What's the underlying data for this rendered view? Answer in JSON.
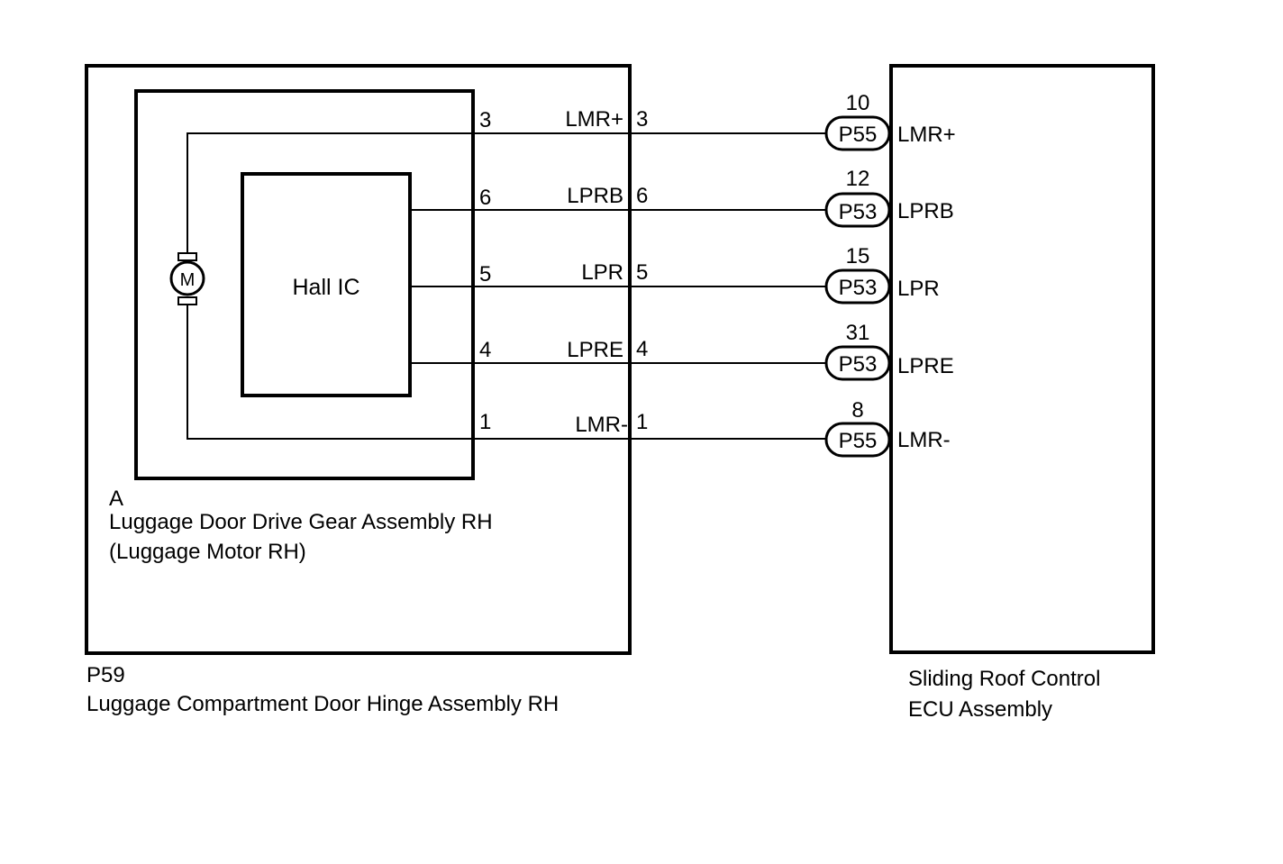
{
  "hinge_assembly": {
    "code": "P59",
    "name": "Luggage Compartment Door Hinge Assembly RH"
  },
  "drive_gear_assembly": {
    "code": "A",
    "name": "Luggage Door Drive Gear Assembly RH",
    "subname": "(Luggage Motor RH)"
  },
  "hall_ic": {
    "label": "Hall IC"
  },
  "motor": {
    "symbol": "M"
  },
  "ecu": {
    "name_line1": "Sliding Roof Control",
    "name_line2": "ECU Assembly"
  },
  "wires": [
    {
      "inner_pin": "3",
      "signal": "LMR+",
      "outer_pin": "3",
      "ecu_pin": "10",
      "connector": "P55",
      "ecu_signal": "LMR+"
    },
    {
      "inner_pin": "6",
      "signal": "LPRB",
      "outer_pin": "6",
      "ecu_pin": "12",
      "connector": "P53",
      "ecu_signal": "LPRB"
    },
    {
      "inner_pin": "5",
      "signal": "LPR",
      "outer_pin": "5",
      "ecu_pin": "15",
      "connector": "P53",
      "ecu_signal": "LPR"
    },
    {
      "inner_pin": "4",
      "signal": "LPRE",
      "outer_pin": "4",
      "ecu_pin": "31",
      "connector": "P53",
      "ecu_signal": "LPRE"
    },
    {
      "inner_pin": "1",
      "signal": "LMR-",
      "outer_pin": "1",
      "ecu_pin": "8",
      "connector": "P55",
      "ecu_signal": "LMR-"
    }
  ]
}
